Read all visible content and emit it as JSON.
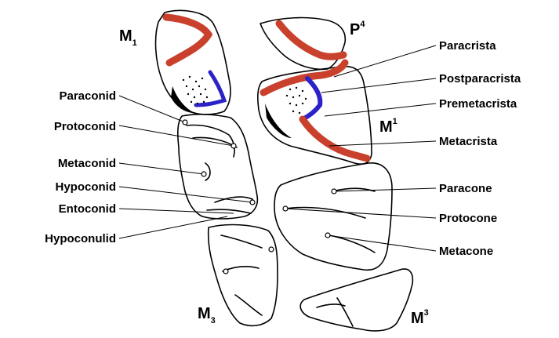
{
  "tooth_labels": {
    "m1": {
      "base": "M",
      "index": "1"
    },
    "p4": {
      "base": "P",
      "index": "4"
    },
    "um1": {
      "base": "M",
      "index": "1"
    },
    "m3": {
      "base": "M",
      "index": "3"
    },
    "um3": {
      "base": "M",
      "index": "3"
    }
  },
  "left_labels": [
    "Paraconid",
    "Protoconid",
    "Metaconid",
    "Hypoconid",
    "Entoconid",
    "Hypoconulid"
  ],
  "right_labels": [
    "Paracrista",
    "Postparacrista",
    "Premetacrista",
    "Metacrista",
    "Paracone",
    "Protocone",
    "Metacone"
  ],
  "colors": {
    "crest_red": "#c9412d",
    "crest_blue": "#2b22c7",
    "outline": "#000000"
  }
}
